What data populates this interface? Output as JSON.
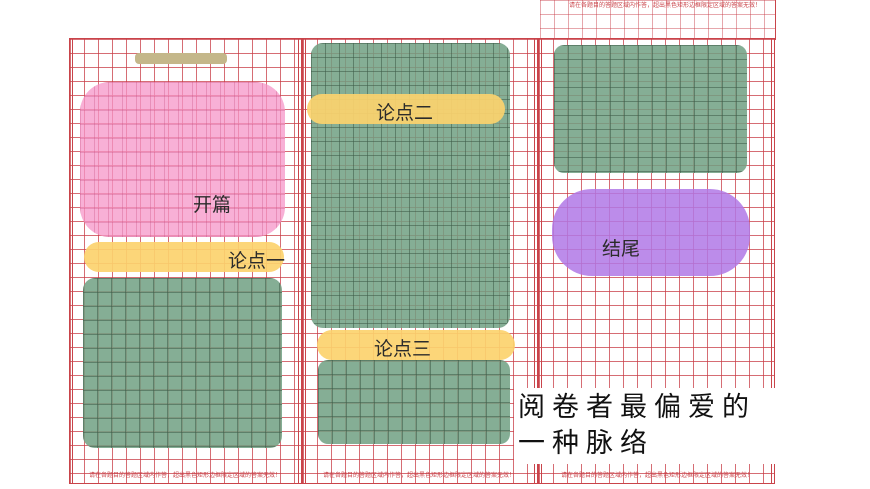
{
  "labels": {
    "opening": "开篇",
    "argument_one": "论点一",
    "argument_two": "论点二",
    "argument_three": "论点三",
    "ending": "结尾"
  },
  "caption": {
    "line1": "阅卷者最偏爱的",
    "line2": "一种脉络"
  },
  "sheet_hint": "请在各题目的答题区域内作答，超出黑色矩形边框限定区域的答案无效！",
  "colors": {
    "grid_line": "#c9444a",
    "opening_block": "#f696c8",
    "argument_bar": "#fcd26e",
    "body_block": "#70a082",
    "ending_block": "#b078e6"
  }
}
